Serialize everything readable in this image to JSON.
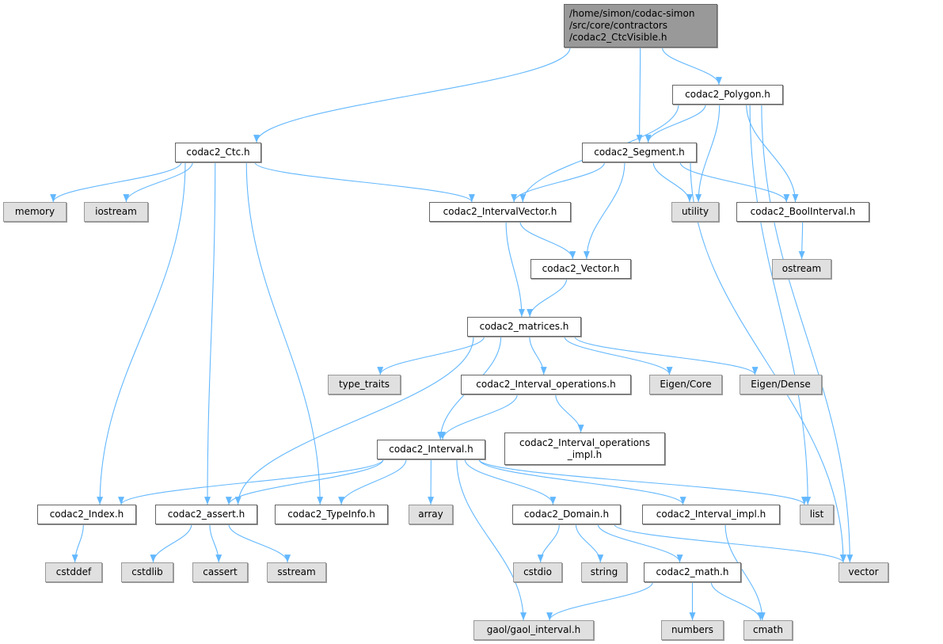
{
  "colors": {
    "edge": "#63b8ff",
    "root_fill": "#999999",
    "external_fill": "#e0e0e0",
    "node_fill": "#ffffff"
  },
  "nodes": [
    {
      "id": "root",
      "label": "/home/simon/codac-simon\n/src/core/contractors\n    /codac2_CtcVisible.h",
      "kind": "root"
    },
    {
      "id": "polygon",
      "label": "codac2_Polygon.h",
      "kind": "local"
    },
    {
      "id": "ctc",
      "label": "codac2_Ctc.h",
      "kind": "local"
    },
    {
      "id": "segment",
      "label": "codac2_Segment.h",
      "kind": "local"
    },
    {
      "id": "memory",
      "label": "memory",
      "kind": "external"
    },
    {
      "id": "iostream",
      "label": "iostream",
      "kind": "external"
    },
    {
      "id": "ivec",
      "label": "codac2_IntervalVector.h",
      "kind": "local"
    },
    {
      "id": "utility",
      "label": "utility",
      "kind": "external"
    },
    {
      "id": "boolint",
      "label": "codac2_BoolInterval.h",
      "kind": "local"
    },
    {
      "id": "ostream",
      "label": "ostream",
      "kind": "external"
    },
    {
      "id": "vec",
      "label": "codac2_Vector.h",
      "kind": "local"
    },
    {
      "id": "matrices",
      "label": "codac2_matrices.h",
      "kind": "local"
    },
    {
      "id": "typetraits",
      "label": "type_traits",
      "kind": "external"
    },
    {
      "id": "intops",
      "label": "codac2_Interval_operations.h",
      "kind": "local"
    },
    {
      "id": "eigencore",
      "label": "Eigen/Core",
      "kind": "external"
    },
    {
      "id": "eigendense",
      "label": "Eigen/Dense",
      "kind": "external"
    },
    {
      "id": "interval",
      "label": "codac2_Interval.h",
      "kind": "local"
    },
    {
      "id": "intopsimpl",
      "label": "codac2_Interval_operations\n_impl.h",
      "kind": "local"
    },
    {
      "id": "index",
      "label": "codac2_Index.h",
      "kind": "local"
    },
    {
      "id": "assert",
      "label": "codac2_assert.h",
      "kind": "local"
    },
    {
      "id": "typeinfo",
      "label": "codac2_TypeInfo.h",
      "kind": "local"
    },
    {
      "id": "array",
      "label": "array",
      "kind": "external"
    },
    {
      "id": "domain",
      "label": "codac2_Domain.h",
      "kind": "local"
    },
    {
      "id": "intimpl",
      "label": "codac2_Interval_impl.h",
      "kind": "local"
    },
    {
      "id": "list",
      "label": "list",
      "kind": "external"
    },
    {
      "id": "cstddef",
      "label": "cstddef",
      "kind": "external"
    },
    {
      "id": "cstdlib",
      "label": "cstdlib",
      "kind": "external"
    },
    {
      "id": "cassert",
      "label": "cassert",
      "kind": "external"
    },
    {
      "id": "sstream",
      "label": "sstream",
      "kind": "external"
    },
    {
      "id": "cstdio",
      "label": "cstdio",
      "kind": "external"
    },
    {
      "id": "string",
      "label": "string",
      "kind": "external"
    },
    {
      "id": "math",
      "label": "codac2_math.h",
      "kind": "local"
    },
    {
      "id": "vector",
      "label": "vector",
      "kind": "external"
    },
    {
      "id": "gaol",
      "label": "gaol/gaol_interval.h",
      "kind": "external"
    },
    {
      "id": "numbers",
      "label": "numbers",
      "kind": "external"
    },
    {
      "id": "cmath",
      "label": "cmath",
      "kind": "external"
    }
  ],
  "edges": [
    [
      "root",
      "ctc"
    ],
    [
      "root",
      "segment"
    ],
    [
      "root",
      "polygon"
    ],
    [
      "polygon",
      "segment"
    ],
    [
      "polygon",
      "ivec"
    ],
    [
      "polygon",
      "utility"
    ],
    [
      "polygon",
      "boolint"
    ],
    [
      "polygon",
      "list"
    ],
    [
      "polygon",
      "vector"
    ],
    [
      "ctc",
      "memory"
    ],
    [
      "ctc",
      "iostream"
    ],
    [
      "ctc",
      "ivec"
    ],
    [
      "ctc",
      "index"
    ],
    [
      "ctc",
      "assert"
    ],
    [
      "ctc",
      "typeinfo"
    ],
    [
      "segment",
      "ivec"
    ],
    [
      "segment",
      "utility"
    ],
    [
      "segment",
      "boolint"
    ],
    [
      "segment",
      "vec"
    ],
    [
      "segment",
      "vector"
    ],
    [
      "boolint",
      "ostream"
    ],
    [
      "ivec",
      "vec"
    ],
    [
      "ivec",
      "matrices"
    ],
    [
      "vec",
      "matrices"
    ],
    [
      "matrices",
      "typetraits"
    ],
    [
      "matrices",
      "intops"
    ],
    [
      "matrices",
      "eigencore"
    ],
    [
      "matrices",
      "eigendense"
    ],
    [
      "matrices",
      "interval"
    ],
    [
      "matrices",
      "assert"
    ],
    [
      "intops",
      "interval"
    ],
    [
      "intops",
      "intopsimpl"
    ],
    [
      "interval",
      "index"
    ],
    [
      "interval",
      "assert"
    ],
    [
      "interval",
      "typeinfo"
    ],
    [
      "interval",
      "array"
    ],
    [
      "interval",
      "gaol"
    ],
    [
      "interval",
      "domain"
    ],
    [
      "interval",
      "intimpl"
    ],
    [
      "interval",
      "list"
    ],
    [
      "index",
      "cstddef"
    ],
    [
      "assert",
      "cstdlib"
    ],
    [
      "assert",
      "cassert"
    ],
    [
      "assert",
      "sstream"
    ],
    [
      "domain",
      "cstdio"
    ],
    [
      "domain",
      "string"
    ],
    [
      "domain",
      "math"
    ],
    [
      "domain",
      "vector"
    ],
    [
      "intimpl",
      "cmath"
    ],
    [
      "math",
      "gaol"
    ],
    [
      "math",
      "numbers"
    ],
    [
      "math",
      "cmath"
    ]
  ]
}
